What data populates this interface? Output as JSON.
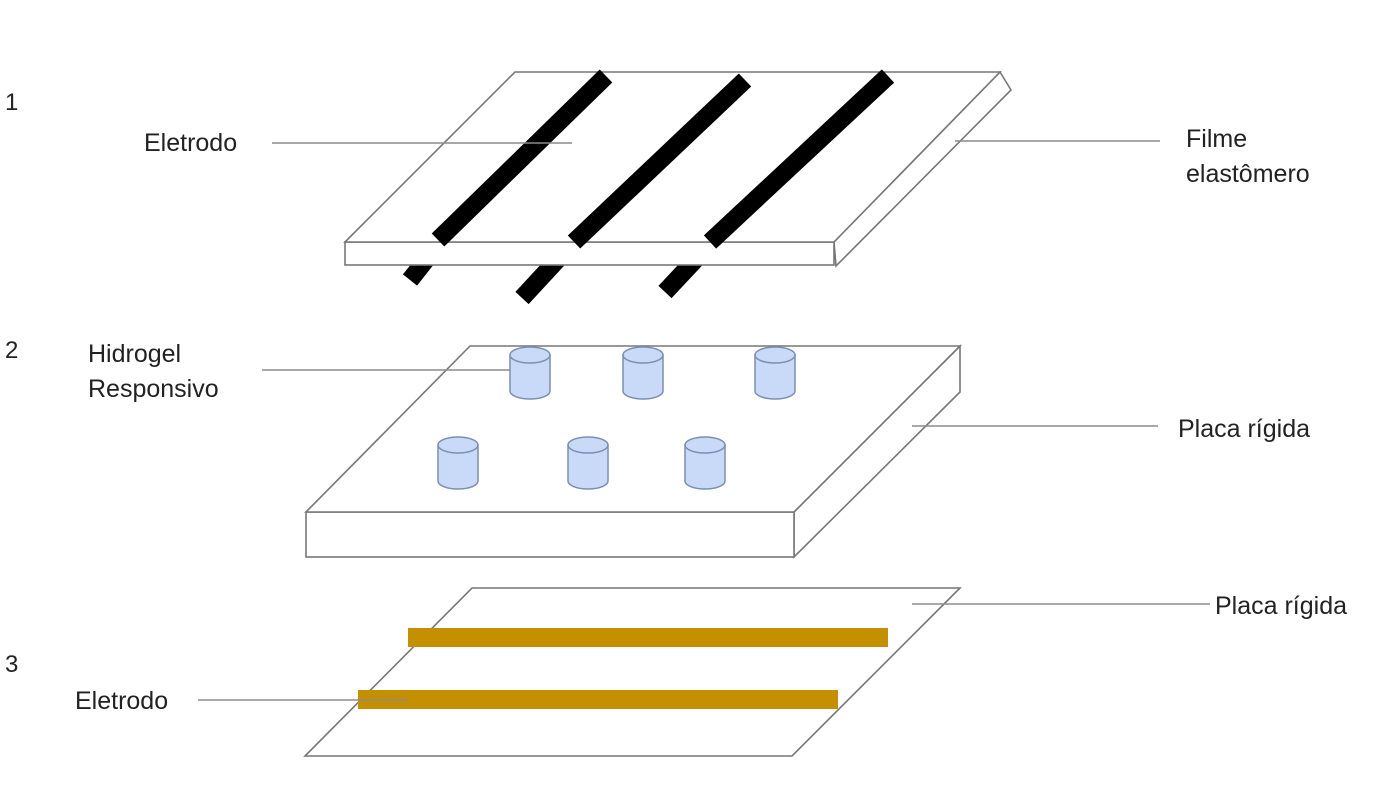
{
  "layers": {
    "layer1": {
      "number": "1",
      "electrode_label": "Eletrodo",
      "film_label_line1": "Filme",
      "film_label_line2": "elastômero"
    },
    "layer2": {
      "number": "2",
      "hydrogel_label_line1": "Hidrogel",
      "hydrogel_label_line2": "Responsivo",
      "plate_label": "Placa rígida"
    },
    "layer3": {
      "number": "3",
      "plate_label": "Placa rígida",
      "electrode_label": "Eletrodo"
    }
  },
  "colors": {
    "black_electrode": "#000000",
    "gold_electrode": "#c49000",
    "hydrogel_fill": "#c9daf8",
    "hydrogel_stroke": "#7a8fb0",
    "outline": "#777777"
  }
}
